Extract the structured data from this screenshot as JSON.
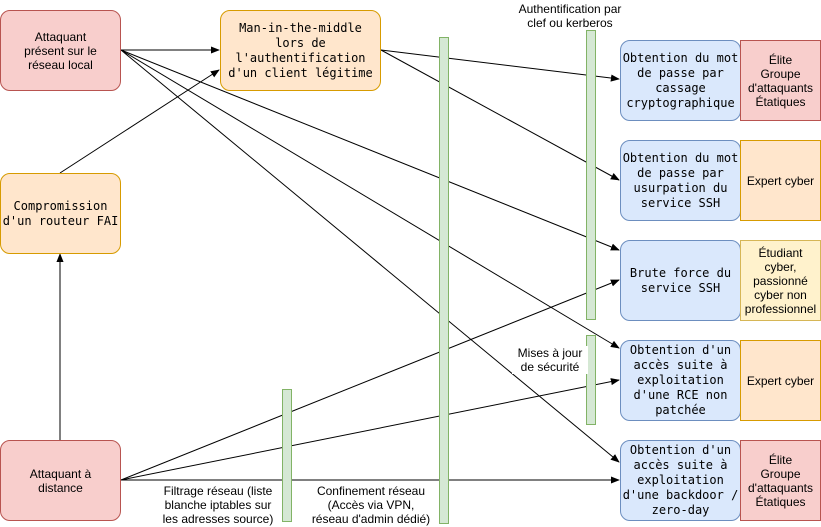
{
  "nodes": {
    "attacker_local": "Attaquant\nprésent sur le\nréseau local",
    "mitm": "Man-in-the-middle\nlors de\nl'authentification\nd'un client légitime",
    "isp_router": "Compromission\nd'un routeur FAI",
    "attacker_remote": "Attaquant à\ndistance",
    "password_cracking": "Obtention du mot\nde passe par\ncassage\ncryptographique",
    "password_spoofing": "Obtention du mot\nde passe par\nusurpation du\nservice SSH",
    "brute_force": "Brute force du\nservice SSH",
    "rce": "Obtention d'un\naccès suite à\nexploitation\nd'une RCE non\npatchée",
    "backdoor": "Obtention d'un\naccès suite à\nexploitation\nd'une backdoor /\nzero-day"
  },
  "attacker_profiles": {
    "password_cracking": "Élite\nGroupe\nd'attaquants\nÉtatiques",
    "password_spoofing": "Expert cyber",
    "brute_force": "Étudiant\ncyber,\npassionné\ncyber non\nprofessionnel",
    "rce": "Expert cyber",
    "backdoor": "Élite\nGroupe\nd'attaquants\nÉtatiques"
  },
  "defenses": {
    "key_auth": "Authentification par\nclef ou kerberos",
    "security_updates": "Mises à jour\nde sécurité",
    "network_filtering": "Filtrage réseau (liste\nblanche iptables sur\nles adresses source)",
    "network_confinement": "Confinement réseau\n(Accès via VPN,\nréseau d'admin dédié)"
  },
  "colors": {
    "threat_fill": "#f8cecc",
    "threat_border": "#b85450",
    "intermediate_fill": "#ffe6cc",
    "intermediate_border": "#d79b00",
    "outcome_fill": "#dae8fc",
    "outcome_border": "#6c8ebf",
    "novice_fill": "#fff2cc",
    "novice_border": "#d6b656",
    "defense_fill": "#d5e8d4",
    "defense_border": "#82b366",
    "edge": "#000000"
  }
}
